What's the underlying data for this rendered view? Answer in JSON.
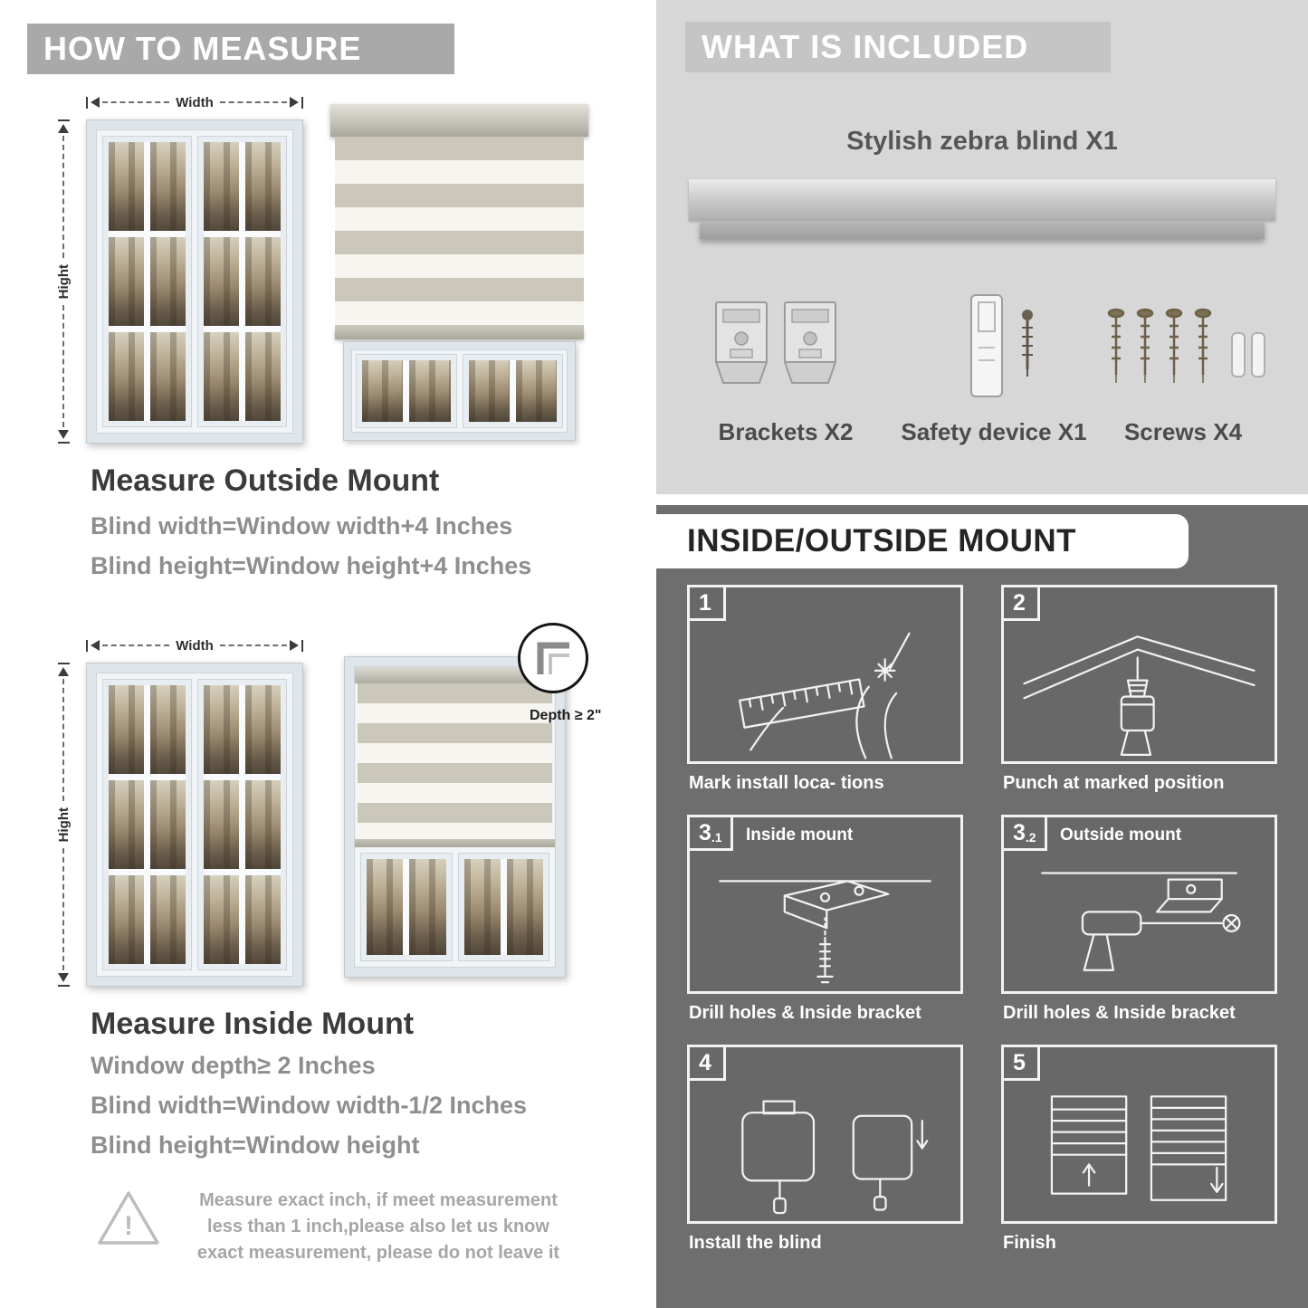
{
  "left": {
    "header": "HOW TO MEASURE",
    "outside": {
      "width_label": "Width",
      "height_label": "Hight",
      "title": "Measure Outside Mount",
      "lines": [
        "Blind width=Window width+4 Inches",
        "Blind height=Window height+4 Inches"
      ]
    },
    "inside": {
      "width_label": "Width",
      "height_label": "Hight",
      "depth_label": "Depth ≥ 2\"",
      "title": "Measure Inside Mount",
      "lines": [
        "Window depth≥ 2 Inches",
        "Blind width=Window width-1/2 Inches",
        "Blind height=Window height"
      ]
    },
    "warning": {
      "mark": "!",
      "text": "Measure exact inch, if meet measurement less than 1 inch,please also let us know exact measurement, please do not leave it"
    }
  },
  "right": {
    "included": {
      "header": "WHAT IS INCLUDED",
      "product_label": "Stylish zebra blind X1",
      "items": [
        {
          "label": "Brackets X2"
        },
        {
          "label": "Safety device X1"
        },
        {
          "label": "Screws X4"
        }
      ]
    },
    "mount": {
      "header": "INSIDE/OUTSIDE MOUNT",
      "steps": [
        {
          "num": "1",
          "sub": "",
          "title": "",
          "caption": "Mark install loca- tions"
        },
        {
          "num": "2",
          "sub": "",
          "title": "",
          "caption": "Punch at  marked position"
        },
        {
          "num": "3",
          "sub": ".1",
          "title": "Inside mount",
          "caption": "Drill holes &  Inside bracket"
        },
        {
          "num": "3",
          "sub": ".2",
          "title": "Outside mount",
          "caption": "Drill holes &  Inside bracket"
        },
        {
          "num": "4",
          "sub": "",
          "title": "",
          "caption": "Install the blind"
        },
        {
          "num": "5",
          "sub": "",
          "title": "",
          "caption": "Finish"
        }
      ]
    }
  },
  "colors": {
    "left_header_bg": "#a9a9a9",
    "included_bg": "#d7d7d7",
    "included_header_bg": "#c5c5c5",
    "mount_bg": "#6e6e6e",
    "heading_text": "#3b3b3b",
    "body_text": "#8e8e8e"
  }
}
